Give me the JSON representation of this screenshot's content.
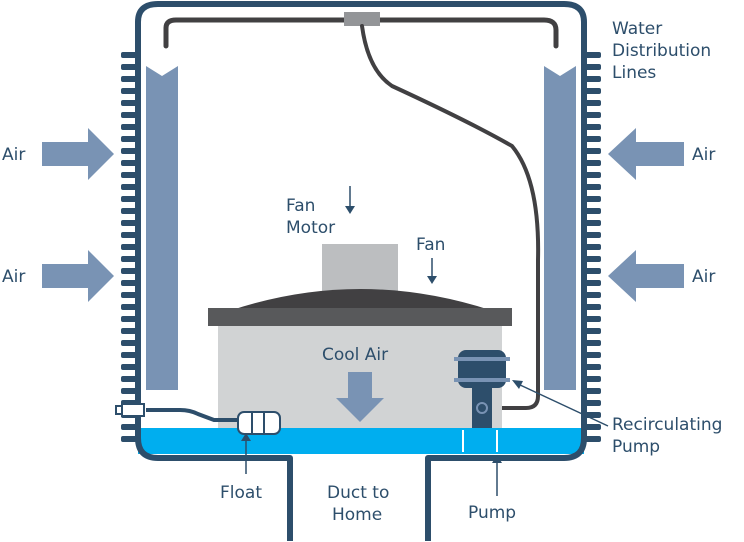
{
  "labels": {
    "water_distribution_lines": [
      "Water",
      "Distribution",
      "Lines"
    ],
    "air_left_top": "Air",
    "air_left_bottom": "Air",
    "air_right_top": "Air",
    "air_right_bottom": "Air",
    "fan_motor": [
      "Fan",
      "Motor"
    ],
    "fan": "Fan",
    "cool_air": "Cool Air",
    "recirculating_pump": [
      "Recirculating",
      "Pump"
    ],
    "float": "Float",
    "duct_to_home": [
      "Duct to",
      "Home"
    ],
    "pump": "Pump"
  },
  "colors": {
    "housing_outline": "#2d4e6b",
    "text": "#2d4e6b",
    "air_arrow": "#7993b4",
    "pad": "#7993b4",
    "water": "#00aeef",
    "fan_motor": "#bcbec0",
    "fan_housing": "#d1d3d4",
    "fan_blade": "#414042",
    "water_line": "#414042",
    "pump_body": "#2d4e6b"
  }
}
